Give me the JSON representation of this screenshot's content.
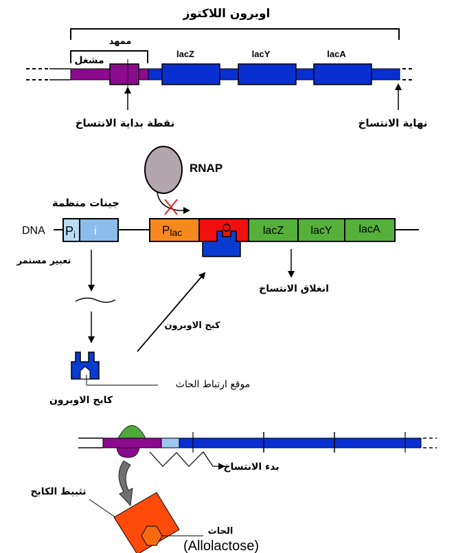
{
  "section1": {
    "operon_label": "اوبرون اللاكتوز",
    "promoter_label": "ممهد",
    "operator_label": "مشغل",
    "genes": [
      "lacZ",
      "lacY",
      "lacA"
    ],
    "start_label": "نقطة بداية الانتساخ",
    "end_label": "نهاية الانتساخ"
  },
  "section2": {
    "rnap_label": "RNAP",
    "regulatory_genes_label": "جينات منظمة",
    "dna_label": "DNA",
    "pi_label": "P",
    "pi_sub": "i",
    "i_label": "i",
    "plac_label": "P",
    "plac_sub": "lac",
    "genes": [
      "lacZ",
      "lacY",
      "lacA"
    ],
    "constitutive_label": "تعبير مستمر",
    "transcription_off_label": "انغلاق الانتساخ",
    "repression_label": "كبح الاوبرون",
    "repressor_label": "كابح الاوبرون",
    "binding_site_label": "موقع ارتباط الحاث"
  },
  "section3": {
    "transcription_start_label": "بدء الانتساخ",
    "repressor_inactivation_label": "تثبيط الكابح",
    "inducer_label": "الحاث",
    "inducer_name": "(Allolactose)"
  },
  "colors": {
    "purple": "#8B0A8E",
    "blue": "#0A2FD0",
    "orange": "#F78A1E",
    "red": "#F01010",
    "green": "#55B03A",
    "light_blue": "#9CC8EE",
    "gray_rnap": "#B3A6AE",
    "repressor_red": "#FF4A0A",
    "hexagon_orange": "#F86A10",
    "polymerase_green": "#4FA83A"
  }
}
